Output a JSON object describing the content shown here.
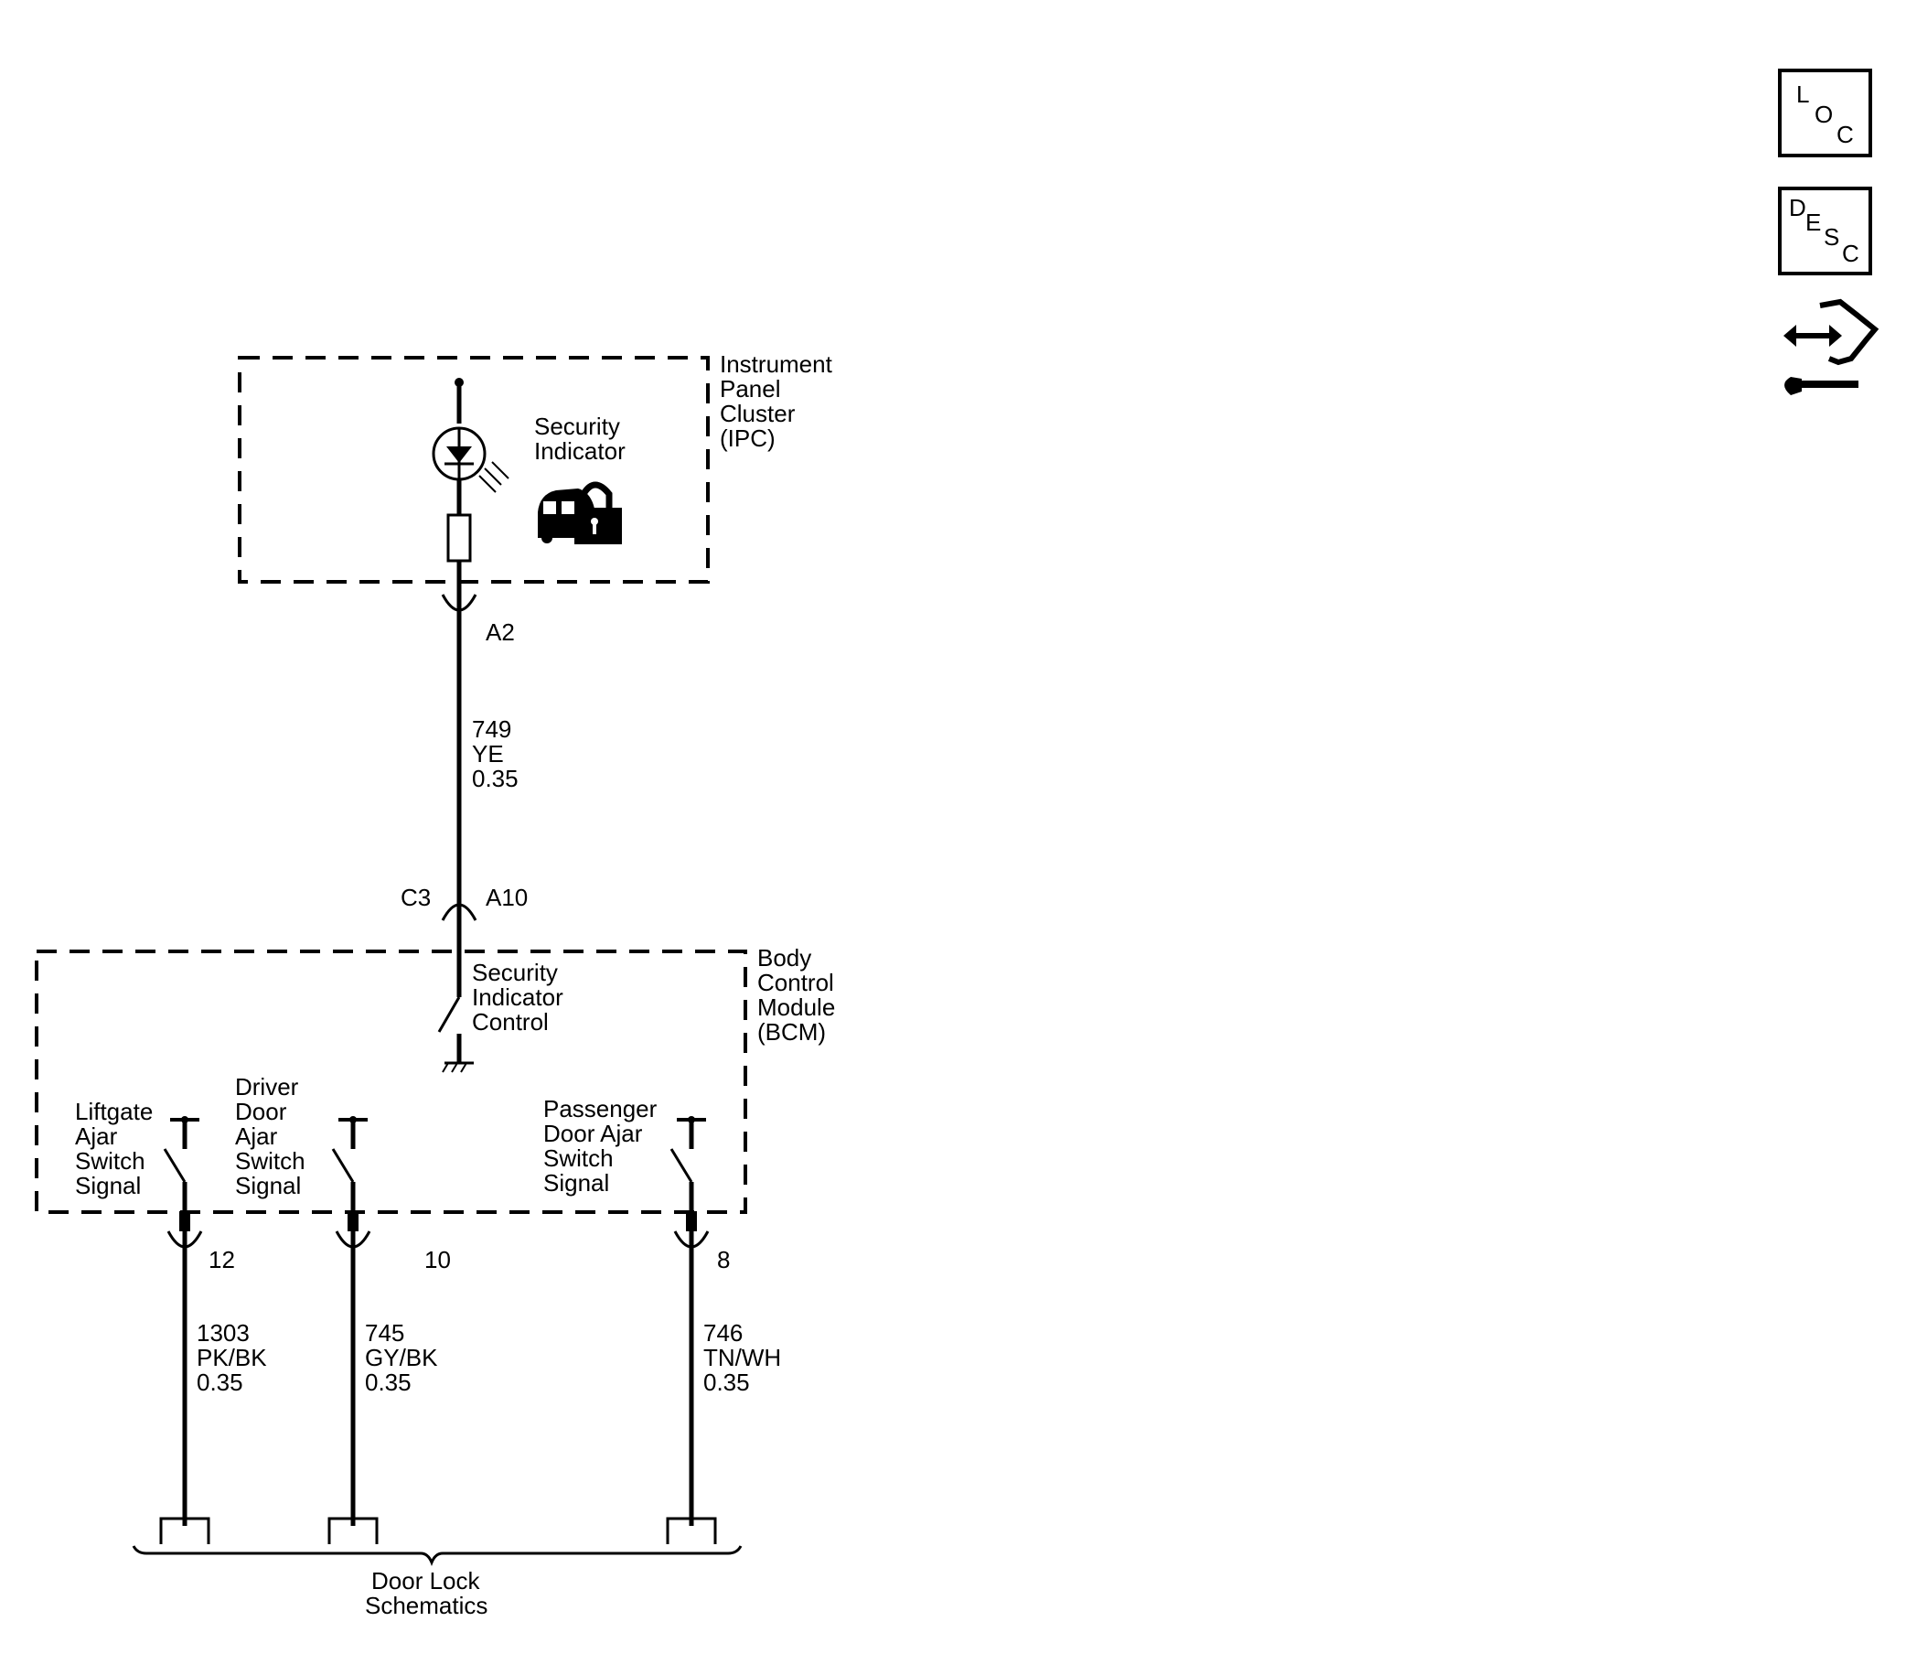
{
  "ipc": {
    "label_lines": [
      "Instrument",
      "Panel",
      "Cluster",
      "(IPC)"
    ],
    "indicator_lines": [
      "Security",
      "Indicator"
    ],
    "pin": "A2"
  },
  "wire_main": {
    "circuit": "749",
    "color": "YE",
    "gauge": "0.35"
  },
  "bcm_connector": {
    "connector": "C3",
    "pin": "A10"
  },
  "bcm": {
    "label_lines": [
      "Body",
      "Control",
      "Module",
      "(BCM)"
    ],
    "control_lines": [
      "Security",
      "Indicator",
      "Control"
    ],
    "switches": [
      {
        "label_lines": [
          "Liftgate",
          "Ajar",
          "Switch",
          "Signal"
        ],
        "pin": "12",
        "circuit": "1303",
        "color": "PK/BK",
        "gauge": "0.35"
      },
      {
        "label_lines": [
          "Driver",
          "Door",
          "Ajar",
          "Switch",
          "Signal"
        ],
        "pin": "10",
        "circuit": "745",
        "color": "GY/BK",
        "gauge": "0.35"
      },
      {
        "label_lines": [
          "Passenger",
          "Door Ajar",
          "Switch",
          "Signal"
        ],
        "pin": "8",
        "circuit": "746",
        "color": "TN/WH",
        "gauge": "0.35"
      }
    ]
  },
  "reference": {
    "lines": [
      "Door Lock",
      "Schematics"
    ]
  },
  "side_icons": {
    "loc": [
      "L",
      "O",
      "C"
    ],
    "desc": [
      "D",
      "E",
      "S",
      "C"
    ],
    "connector_tool": "connector-repair-icon"
  }
}
